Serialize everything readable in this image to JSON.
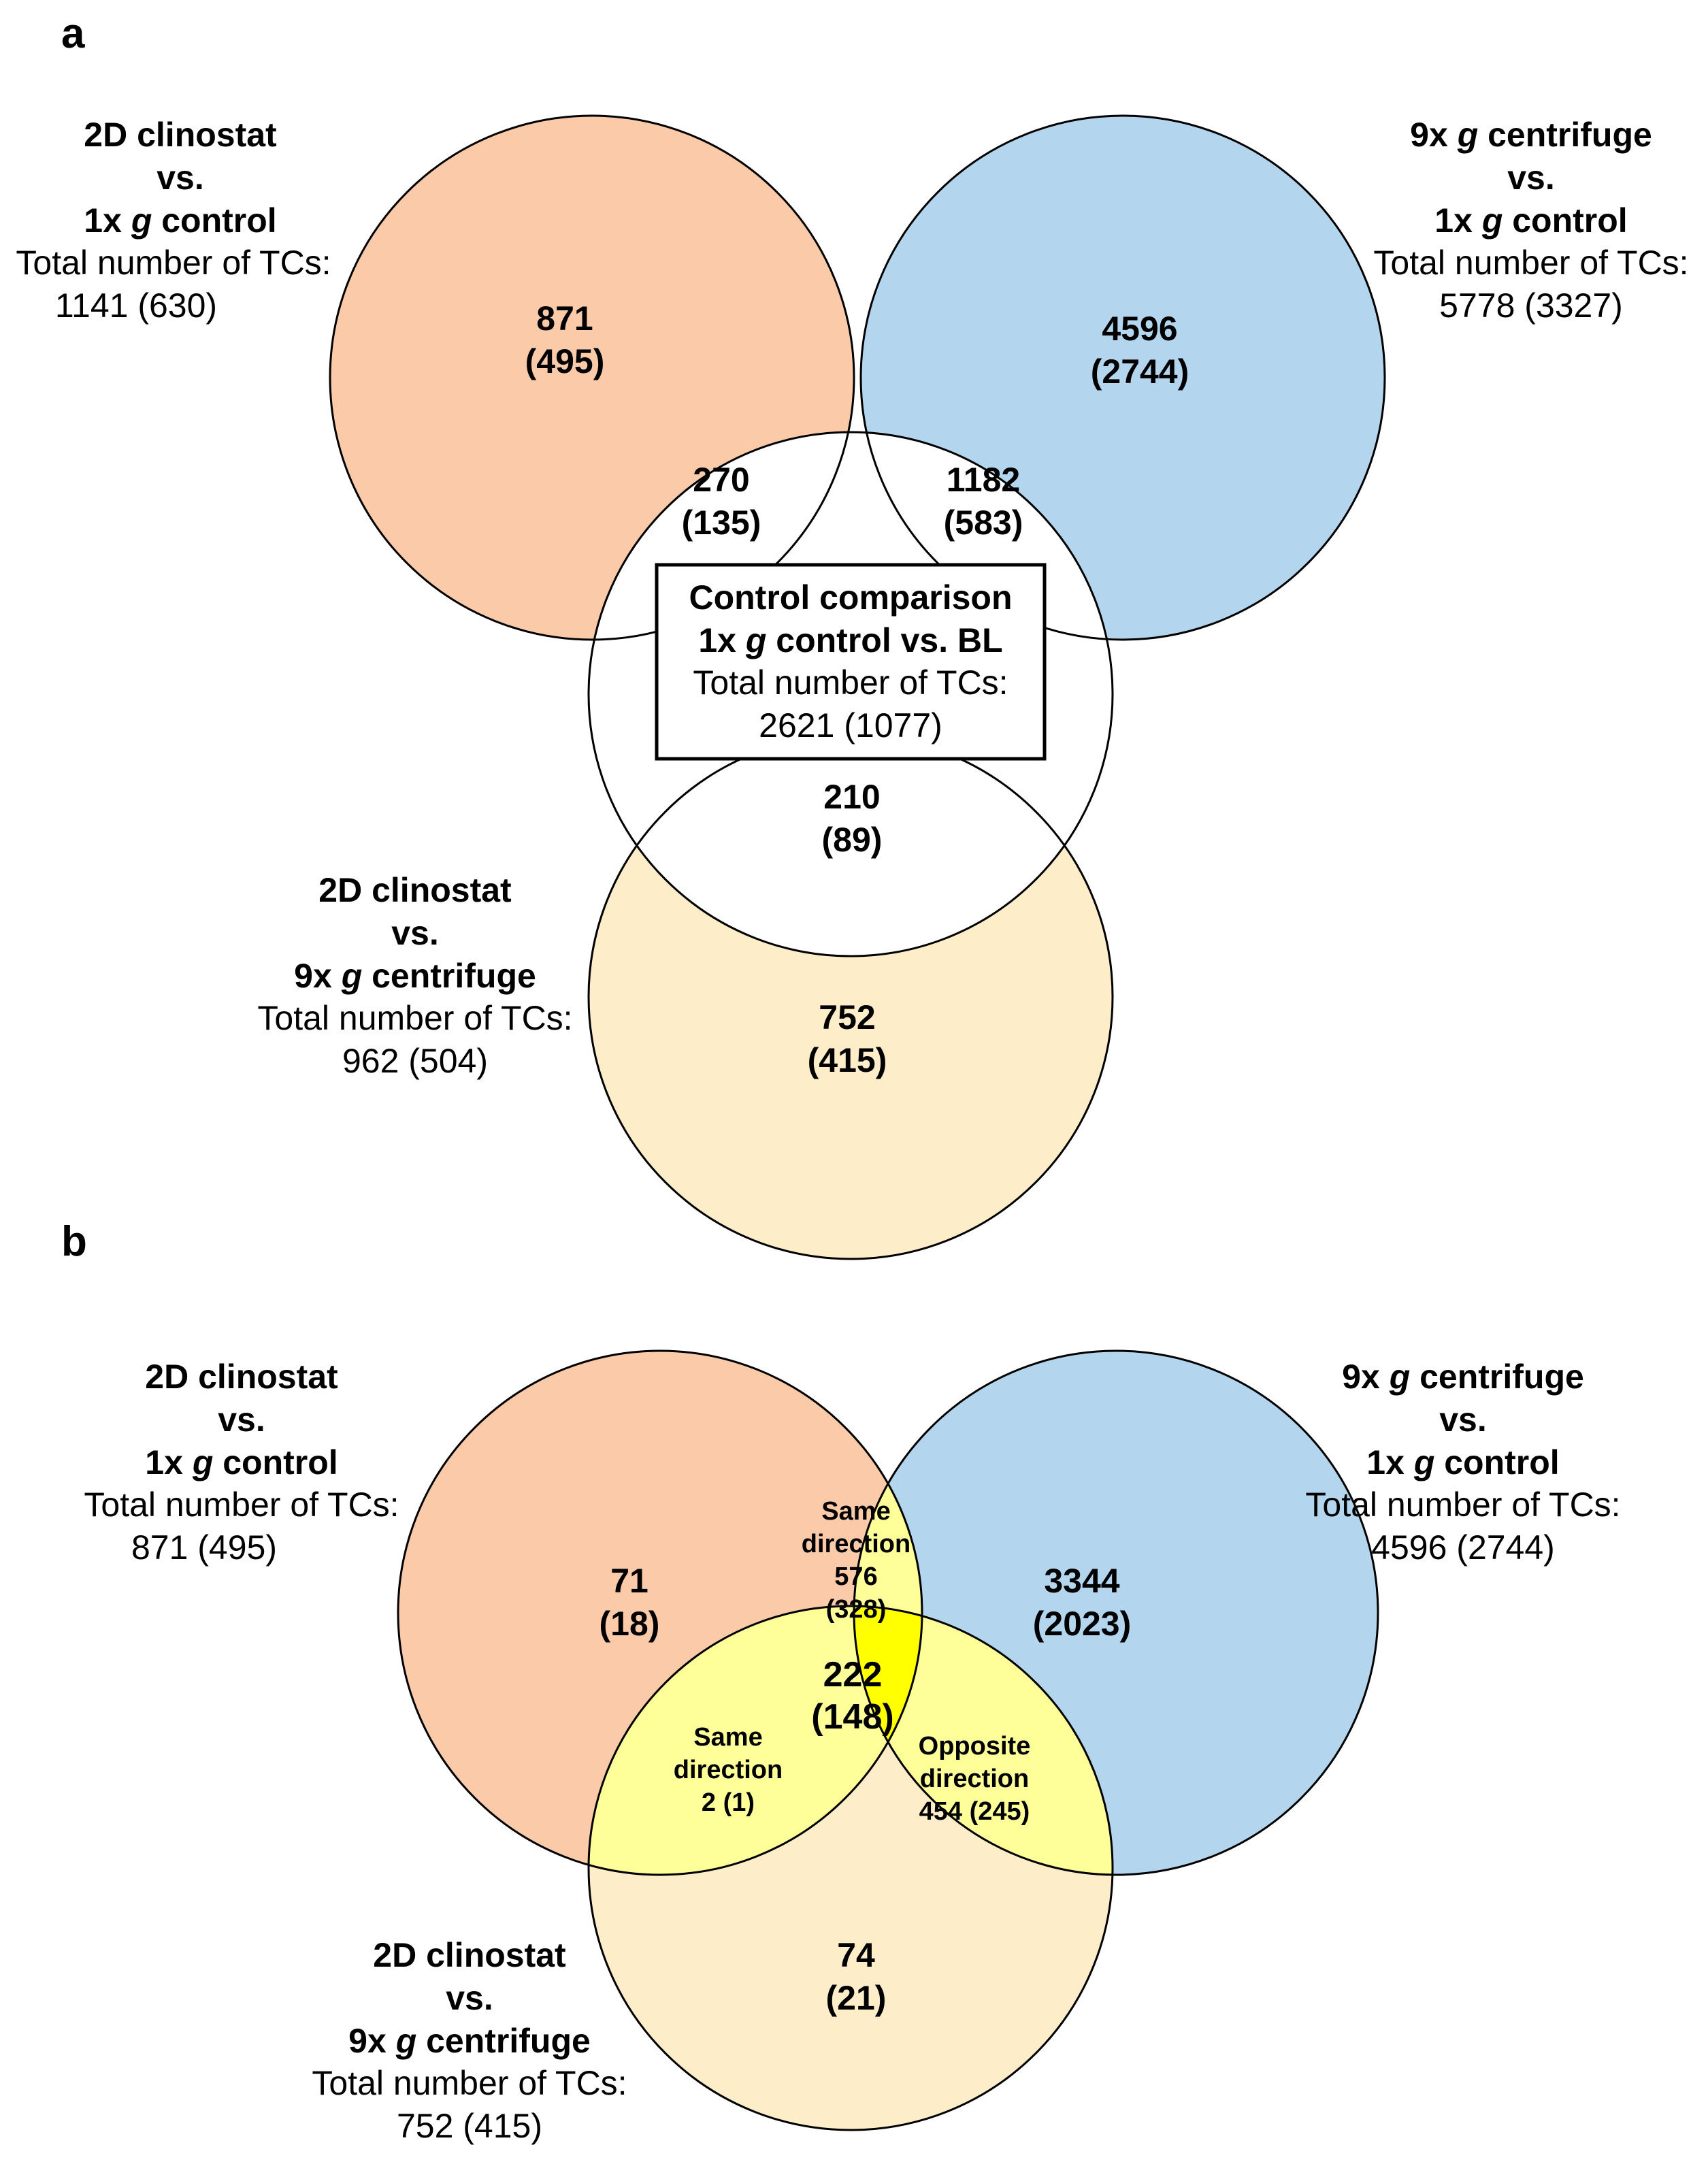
{
  "colors": {
    "salmon": "#fbcaa9",
    "blue": "#b3d6ee",
    "cream": "#fdedc9",
    "yellow": "#ffff99",
    "bright_yellow": "#ffff00",
    "white": "#ffffff",
    "stroke": "#000000"
  },
  "panel_a": {
    "label": "a",
    "left_label": {
      "line1": "2D clinostat",
      "line2": "vs.",
      "line3_pre": "1x ",
      "line3_italic": "g",
      "line3_post": " control",
      "total_label": "Total number of TCs:",
      "total_value": "1141 (630)"
    },
    "right_label": {
      "line1_pre": "9x ",
      "line1_italic": "g",
      "line1_post": " centrifuge",
      "line2": "vs.",
      "line3_pre": "1x ",
      "line3_italic": "g",
      "line3_post": " control",
      "total_label": "Total number of TCs:",
      "total_value": "5778 (3327)"
    },
    "bottom_label": {
      "line1": "2D clinostat",
      "line2": "vs.",
      "line3_pre": "9x ",
      "line3_italic": "g",
      "line3_post": " centrifuge",
      "total_label": "Total number of TCs:",
      "total_value": "962 (504)"
    },
    "center_box": {
      "line1": "Control comparison",
      "line2_pre": "1x ",
      "line2_italic": "g",
      "line2_post": " control vs. BL",
      "total_label": "Total number of TCs:",
      "total_value": "2621 (1077)"
    },
    "regions": {
      "salmon_only": {
        "n": "871",
        "p": "(495)"
      },
      "blue_only": {
        "n": "4596",
        "p": "(2744)"
      },
      "cream_only": {
        "n": "752",
        "p": "(415)"
      },
      "salmon_center": {
        "n": "270",
        "p": "(135)"
      },
      "blue_center": {
        "n": "1182",
        "p": "(583)"
      },
      "cream_center": {
        "n": "210",
        "p": "(89)"
      }
    }
  },
  "panel_b": {
    "label": "b",
    "left_label": {
      "line1": "2D clinostat",
      "line2": "vs.",
      "line3_pre": "1x ",
      "line3_italic": "g",
      "line3_post": " control",
      "total_label": "Total number of TCs:",
      "total_value": "871 (495)"
    },
    "right_label": {
      "line1_pre": "9x ",
      "line1_italic": "g",
      "line1_post": " centrifuge",
      "line2": "vs.",
      "line3_pre": "1x ",
      "line3_italic": "g",
      "line3_post": " control",
      "total_label": "Total number of TCs:",
      "total_value": "4596 (2744)"
    },
    "bottom_label": {
      "line1": "2D clinostat",
      "line2": "vs.",
      "line3_pre": "9x ",
      "line3_italic": "g",
      "line3_post": " centrifuge",
      "total_label": "Total number of TCs:",
      "total_value": "752 (415)"
    },
    "regions": {
      "salmon_only": {
        "n": "71",
        "p": "(18)"
      },
      "blue_only": {
        "n": "3344",
        "p": "(2023)"
      },
      "cream_only": {
        "n": "74",
        "p": "(21)"
      },
      "triple": {
        "n": "222",
        "p": "(148)"
      },
      "salmon_blue": {
        "line1": "Same",
        "line2": "direction",
        "line3": "576",
        "line4": "(328)"
      },
      "salmon_cream": {
        "line1": "Same",
        "line2": "direction",
        "line3": "2 (1)"
      },
      "blue_cream": {
        "line1": "Opposite",
        "line2": "direction",
        "line3": "454 (245)"
      }
    }
  }
}
